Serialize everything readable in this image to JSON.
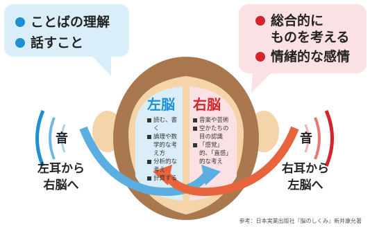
{
  "left_bubble": {
    "items": [
      "ことばの理解",
      "話すこと"
    ]
  },
  "right_bubble": {
    "items": [
      "総合的に\nものを考える",
      "情緒的な感情"
    ]
  },
  "left_brain": {
    "title": "左脳",
    "items": [
      "読む、書く",
      "論理や数学的な考え方",
      "分析的な考え",
      "計算する"
    ]
  },
  "right_brain": {
    "title": "右脳",
    "items": [
      "音楽や芸術",
      "空かたちの目の認識",
      "「感覚」的、「直感」的な考え"
    ]
  },
  "left_ear": {
    "sound": "音",
    "caption": "左耳から\n右脳へ"
  },
  "right_ear": {
    "sound": "音",
    "caption": "右耳から\n左脳へ"
  },
  "source": "参考：日本実業出版社『脳のしくみ』新井康允著",
  "colors": {
    "blue": "#1e8fd6",
    "red": "#d3242b",
    "face": "#a9784f",
    "face_light": "#f6d4a9"
  }
}
